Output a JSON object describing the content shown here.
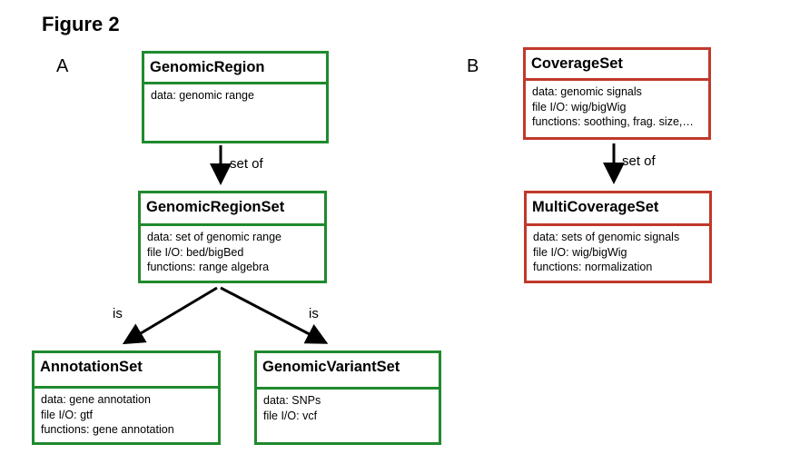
{
  "figure_title": "Figure 2",
  "panels": {
    "a": "A",
    "b": "B"
  },
  "boxes": {
    "genomic_region": {
      "title": "GenomicRegion",
      "lines": [
        "data: genomic range"
      ]
    },
    "genomic_region_set": {
      "title": "GenomicRegionSet",
      "lines": [
        "data: set of genomic range",
        "file I/O: bed/bigBed",
        "functions: range algebra"
      ]
    },
    "annotation_set": {
      "title": "AnnotationSet",
      "lines": [
        "data: gene annotation",
        "file I/O: gtf",
        "functions: gene annotation"
      ]
    },
    "genomic_variant_set": {
      "title": "GenomicVariantSet",
      "lines": [
        "data: SNPs",
        "file I/O: vcf"
      ]
    },
    "coverage_set": {
      "title": "CoverageSet",
      "lines": [
        "data: genomic signals",
        "file I/O: wig/bigWig",
        "functions: soothing, frag. size,…"
      ]
    },
    "multi_coverage_set": {
      "title": "MultiCoverageSet",
      "lines": [
        "data: sets of genomic signals",
        "file I/O: wig/bigWig",
        "functions: normalization"
      ]
    }
  },
  "relations": {
    "region_to_set": "set of",
    "set_to_annotation": "is",
    "set_to_variant": "is",
    "coverage_to_multi": "set of"
  },
  "colors": {
    "panel_a_border": "#1f8a2e",
    "panel_b_border": "#c0392b"
  }
}
